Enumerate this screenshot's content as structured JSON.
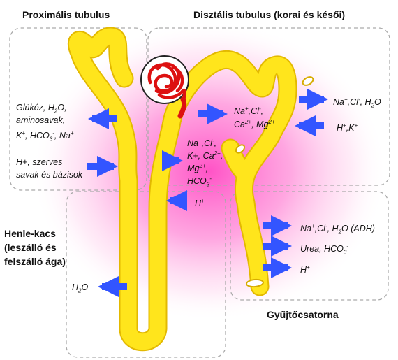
{
  "titles": {
    "proximal": "Proximális tubulus",
    "distal": "Disztális tubulus (korai és késői)",
    "henle_line1": "Henle-kacs",
    "henle_line2": "(leszálló és",
    "henle_line3": "felszálló ága)",
    "collecting": "Gyűjtőcsatorna"
  },
  "labels": {
    "glucose": {
      "p1": "Glükóz, H",
      "s1": "2",
      "p2": "O,"
    },
    "amino": "aminosavak,",
    "k_hco3_na": {
      "p1": "K",
      "sup1": "+",
      "p2": ", HCO",
      "sub1": "3",
      "sup2": "-",
      "p3": ", Na",
      "sup3": "+"
    },
    "h_organic": "H+, szerves",
    "acids_bases": "savak és bázisok",
    "henle_h2o": {
      "p1": "H",
      "s1": "2",
      "p2": "O"
    },
    "early_distal_l1": {
      "p1": "Na",
      "sup1": "+",
      "p2": ",Cl",
      "sup2": "-",
      "p3": ","
    },
    "early_distal_l2": {
      "p1": "Ca",
      "sup1": "2+",
      "p2": ", Mg",
      "sup2": "2+"
    },
    "asc_l1": {
      "p1": "Na",
      "sup1": "+",
      "p2": ",Cl",
      "sup2": "-",
      "p3": ","
    },
    "asc_l2": {
      "p1": "K+, Ca",
      "sup1": "2+",
      "p2": ","
    },
    "asc_l3": {
      "p1": "Mg",
      "sup1": "2+",
      "p2": ","
    },
    "asc_l4": {
      "p1": "HCO",
      "sub1": "3",
      "sup1": "-"
    },
    "asc_h": {
      "p1": "H",
      "sup1": "+"
    },
    "late_out": {
      "p1": "Na",
      "sup1": "+",
      "p2": ",Cl",
      "sup2": "-",
      "p3": ", H",
      "sub1": "2",
      "p4": "O"
    },
    "late_in": {
      "p1": "H",
      "sup1": "+",
      "p2": ",K",
      "sup2": "+"
    },
    "collect_l1": {
      "p1": "Na",
      "sup1": "+",
      "p2": ",Cl",
      "sup2": "-",
      "p3": ", H",
      "sub1": "2",
      "p4": "O (ADH)"
    },
    "collect_l2": {
      "p1": "Urea, HCO",
      "sub1": "3",
      "sup1": "-"
    },
    "collect_l3": {
      "p1": "H",
      "sup1": "+"
    }
  },
  "colors": {
    "tubule": "#ffe51c",
    "tubule_outline": "#e8c000",
    "arrow": "#3355ff",
    "glomerulus": "#dd1111",
    "background_glow": "#ff77cc",
    "dashed_box": "#aaaaaa"
  }
}
